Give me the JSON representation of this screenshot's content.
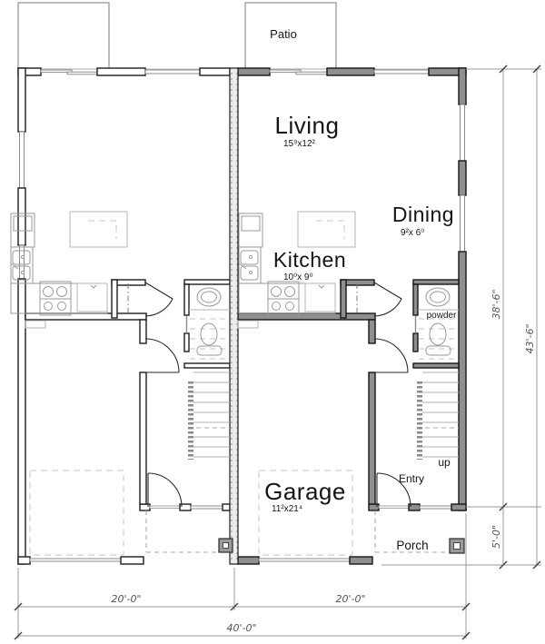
{
  "labels": {
    "patio": "Patio",
    "living": "Living",
    "living_dims": "15⁹x12²",
    "dining": "Dining",
    "dining_dims": "9²x 6⁰",
    "kitchen": "Kitchen",
    "kitchen_dims": "10⁰x 9⁰",
    "powder": "powder",
    "up": "up",
    "entry": "Entry",
    "garage": "Garage",
    "garage_dims": "11²x21⁴",
    "porch": "Porch"
  },
  "dimensions": {
    "unit_left_width": "20'-0\"",
    "unit_right_width": "20'-0\"",
    "total_width": "40'-0\"",
    "house_depth": "38'-6\"",
    "total_depth": "43'-6\"",
    "porch_depth": "5'-0\""
  },
  "colors": {
    "wall_poche": "#8f8f8f",
    "wall_line": "#1c1c1c",
    "dimension_line": "#9a9a9a",
    "fixture_line": "#9a9a9a"
  }
}
